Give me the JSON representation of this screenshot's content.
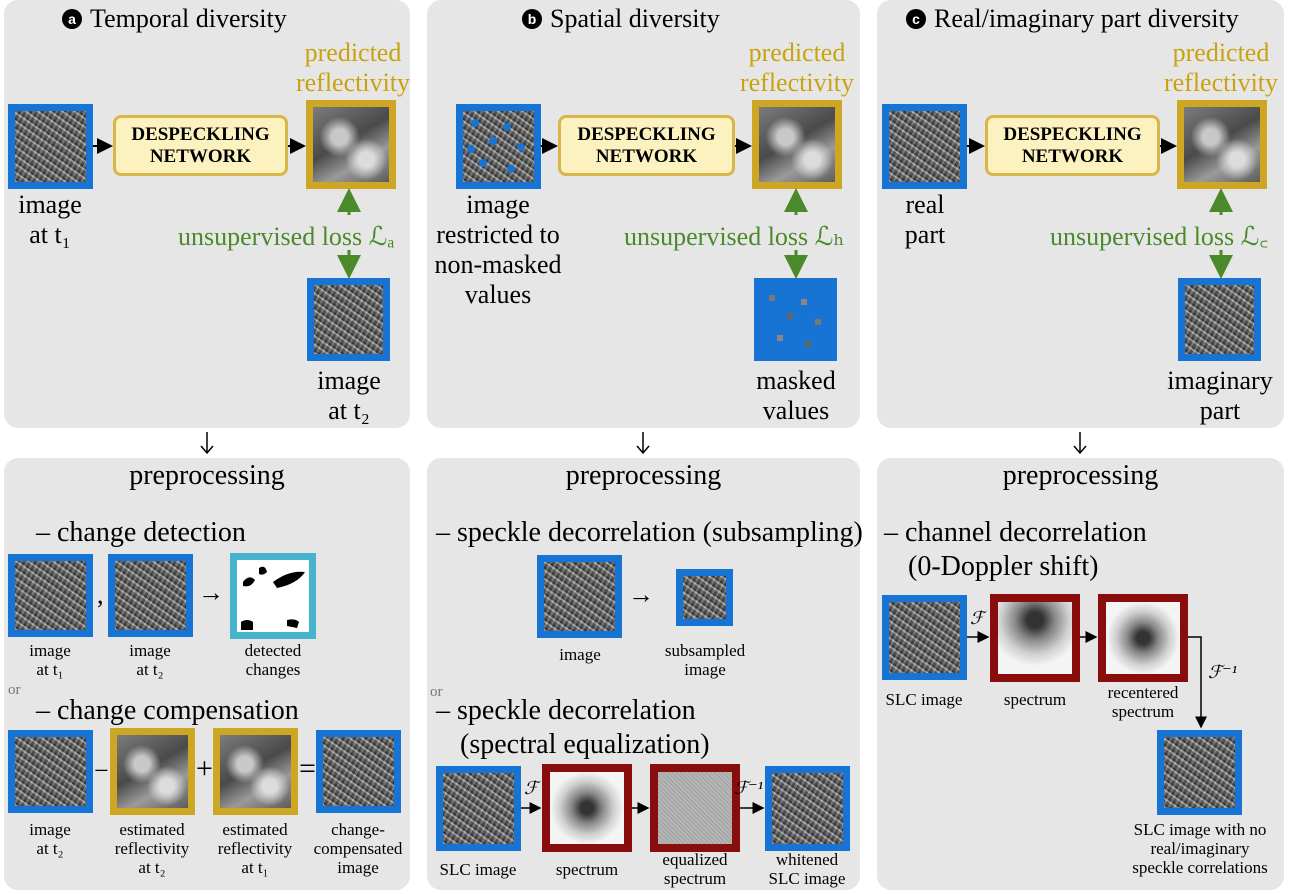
{
  "panel_a": {
    "badge": "a",
    "title": "Temporal diversity",
    "predicted": [
      "predicted",
      "reflectivity"
    ],
    "network": [
      "DESPECKLING",
      "NETWORK"
    ],
    "input_label": [
      "image",
      "at t₁"
    ],
    "loss": "unsupervised loss ℒₐ",
    "target_label": [
      "image",
      "at t₂"
    ]
  },
  "panel_b": {
    "badge": "b",
    "title": "Spatial diversity",
    "predicted": [
      "predicted",
      "reflectivity"
    ],
    "network": [
      "DESPECKLING",
      "NETWORK"
    ],
    "input_label": [
      "image",
      "restricted to",
      "non-masked",
      "values"
    ],
    "loss": "unsupervised loss ℒₕ",
    "target_label": [
      "masked",
      "values"
    ]
  },
  "panel_c": {
    "badge": "c",
    "title": "Real/imaginary part diversity",
    "predicted": [
      "predicted",
      "reflectivity"
    ],
    "network": [
      "DESPECKLING",
      "NETWORK"
    ],
    "input_label": [
      "real",
      "part"
    ],
    "loss": "unsupervised loss ℒ꜀",
    "target_label": [
      "imaginary",
      "part"
    ]
  },
  "pre_a": {
    "heading": "preprocessing",
    "item1": "– change detection",
    "comma": ",",
    "arrow": "→",
    "lbl1": [
      "image",
      "at t₁"
    ],
    "lbl2": [
      "image",
      "at t₂"
    ],
    "lbl3": [
      "detected",
      "changes"
    ],
    "or": "or",
    "item2": "– change compensation",
    "minus": "−",
    "plus": "+",
    "equals": "=",
    "lbl4": [
      "image",
      "at t₂"
    ],
    "lbl5": [
      "estimated",
      "reflectivity",
      "at t₂"
    ],
    "lbl6": [
      "estimated",
      "reflectivity",
      "at t₁"
    ],
    "lbl7": [
      "change-",
      "compensated",
      "image"
    ]
  },
  "pre_b": {
    "heading": "preprocessing",
    "item1": "– speckle decorrelation (subsampling)",
    "arrow": "→",
    "lbl1": "image",
    "lbl2": [
      "subsampled",
      "image"
    ],
    "or": "or",
    "item2": [
      "– speckle decorrelation",
      "(spectral equalization)"
    ],
    "f": "ℱ",
    "finv": "ℱ⁻¹",
    "lbl3": "SLC image",
    "lbl4": "spectrum",
    "lbl5": [
      "equalized",
      "spectrum"
    ],
    "lbl6": [
      "whitened",
      "SLC image"
    ]
  },
  "pre_c": {
    "heading": "preprocessing",
    "item1": [
      "– channel decorrelation",
      "(0-Doppler shift)"
    ],
    "f": "ℱ",
    "finv": "ℱ⁻¹",
    "lbl1": "SLC image",
    "lbl2": "spectrum",
    "lbl3": [
      "recentered",
      "spectrum"
    ],
    "lbl4": [
      "SLC image with no",
      "real/imaginary",
      "speckle correlations"
    ]
  },
  "colors": {
    "panel_bg": "#e6e6e6",
    "blue_frame": "#1773d4",
    "gold_frame": "#cda623",
    "teal_frame": "#47b4cf",
    "red_frame": "#8a0d0d",
    "gold_text": "#c9a30f",
    "green_text": "#4a8a2a",
    "network_fill": "#fbf2c0"
  }
}
